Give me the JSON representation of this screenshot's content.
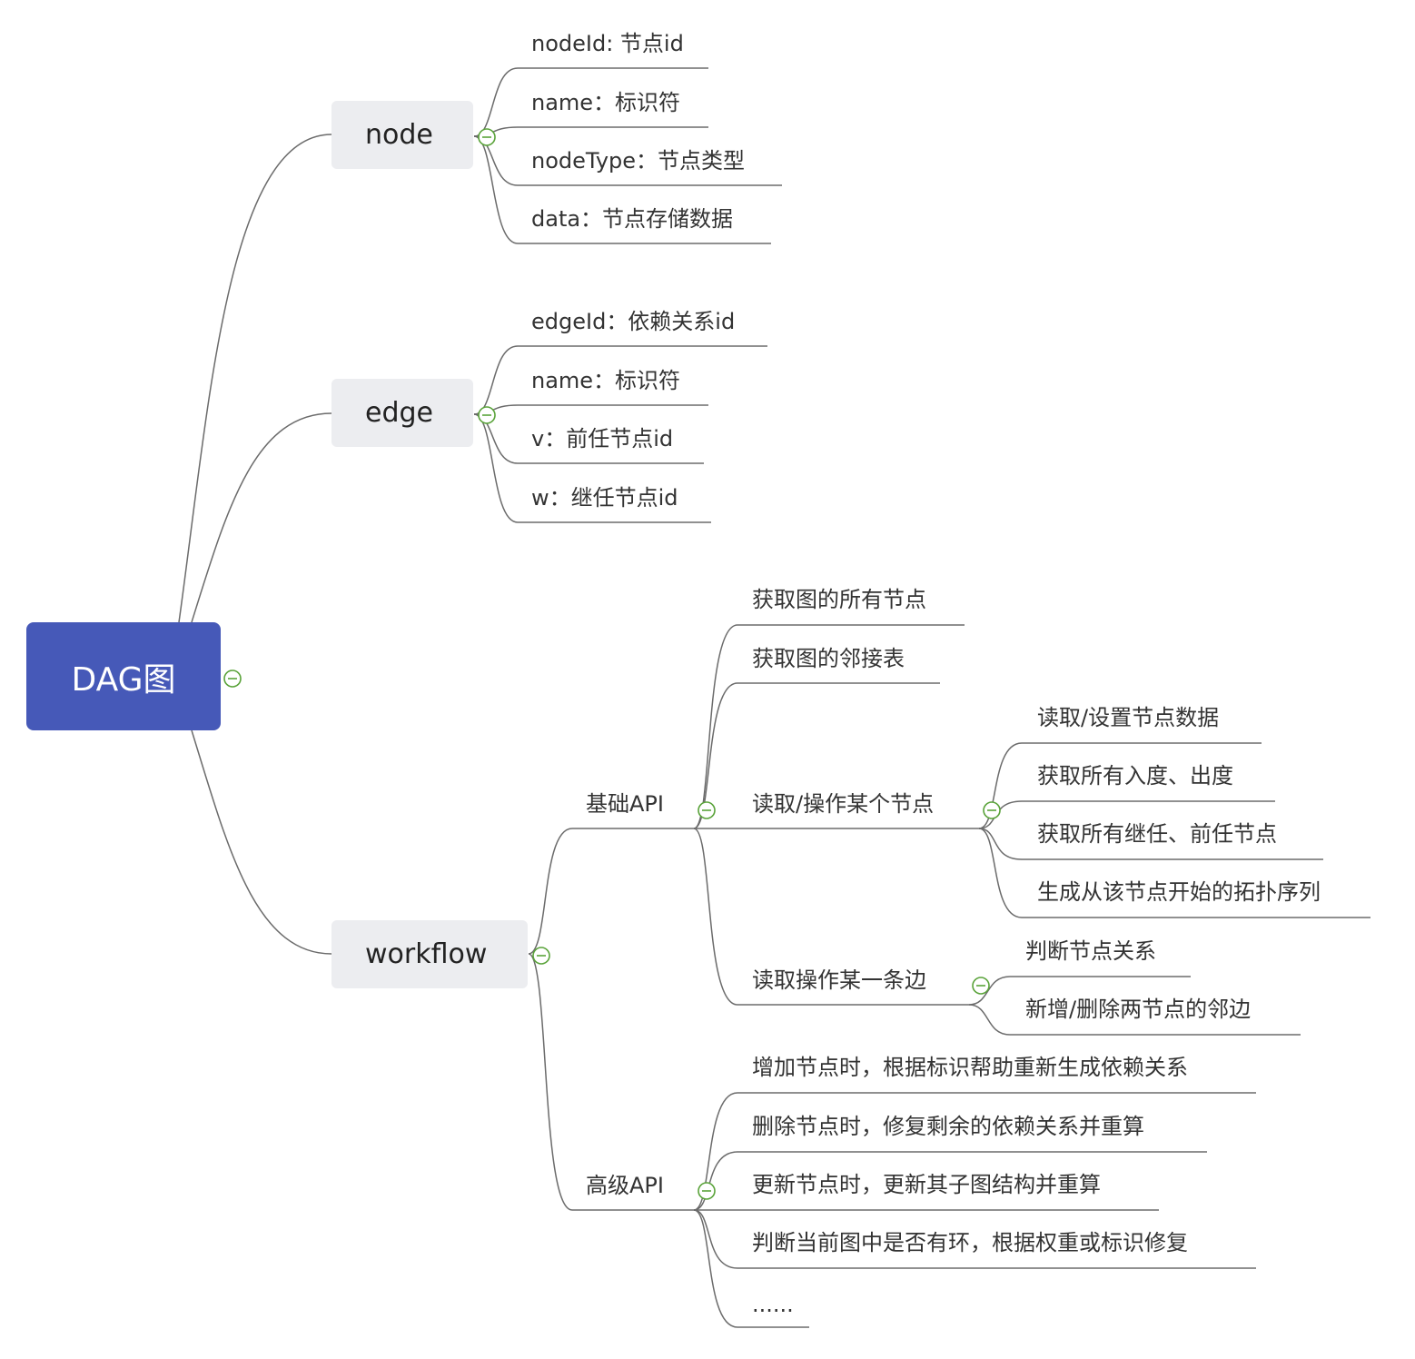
{
  "colors": {
    "root_fill": "#4659B8",
    "topic_fill": "#ECEDF0",
    "line": "#6b6b6b",
    "toggle": "#5aa33a"
  },
  "root": {
    "label": "DAG图"
  },
  "node": {
    "label": "node",
    "children": [
      "nodeId: 节点id",
      "name：标识符",
      "nodeType：节点类型",
      "data：节点存储数据"
    ]
  },
  "edge": {
    "label": "edge",
    "children": [
      "edgeId：依赖关系id",
      "name：标识符",
      "v：前任节点id",
      "w：继任节点id"
    ]
  },
  "workflow": {
    "label": "workflow",
    "basic": {
      "label": "基础API",
      "items": [
        "获取图的所有节点",
        "获取图的邻接表"
      ],
      "node_ops": {
        "label": "读取/操作某个节点",
        "items": [
          "读取/设置节点数据",
          "获取所有入度、出度",
          "获取所有继任、前任节点",
          "生成从该节点开始的拓扑序列"
        ]
      },
      "edge_ops": {
        "label": "读取操作某一条边",
        "items": [
          "判断节点关系",
          "新增/删除两节点的邻边"
        ]
      }
    },
    "advanced": {
      "label": "高级API",
      "items": [
        "增加节点时，根据标识帮助重新生成依赖关系",
        "删除节点时，修复剩余的依赖关系并重算",
        "更新节点时，更新其子图结构并重算",
        "判断当前图中是否有环，根据权重或标识修复",
        "......"
      ]
    }
  }
}
